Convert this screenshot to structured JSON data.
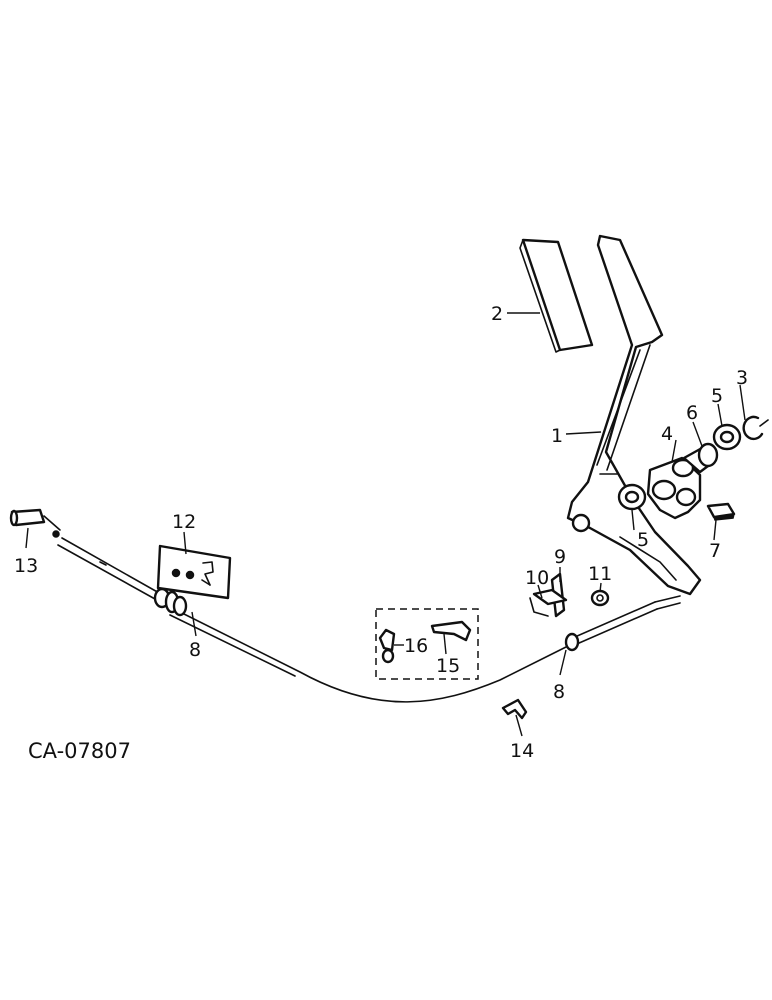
{
  "callouts": {
    "c1": "1",
    "c2": "2",
    "c3": "3",
    "c4": "4",
    "c5a": "5",
    "c5b": "5",
    "c6": "6",
    "c7": "7",
    "c8a": "8",
    "c8b": "8",
    "c9": "9",
    "c10": "10",
    "c11": "11",
    "c12": "12",
    "c13": "13",
    "c14": "14",
    "c15": "15",
    "c16": "16"
  },
  "diagram_code": "CA-07807"
}
